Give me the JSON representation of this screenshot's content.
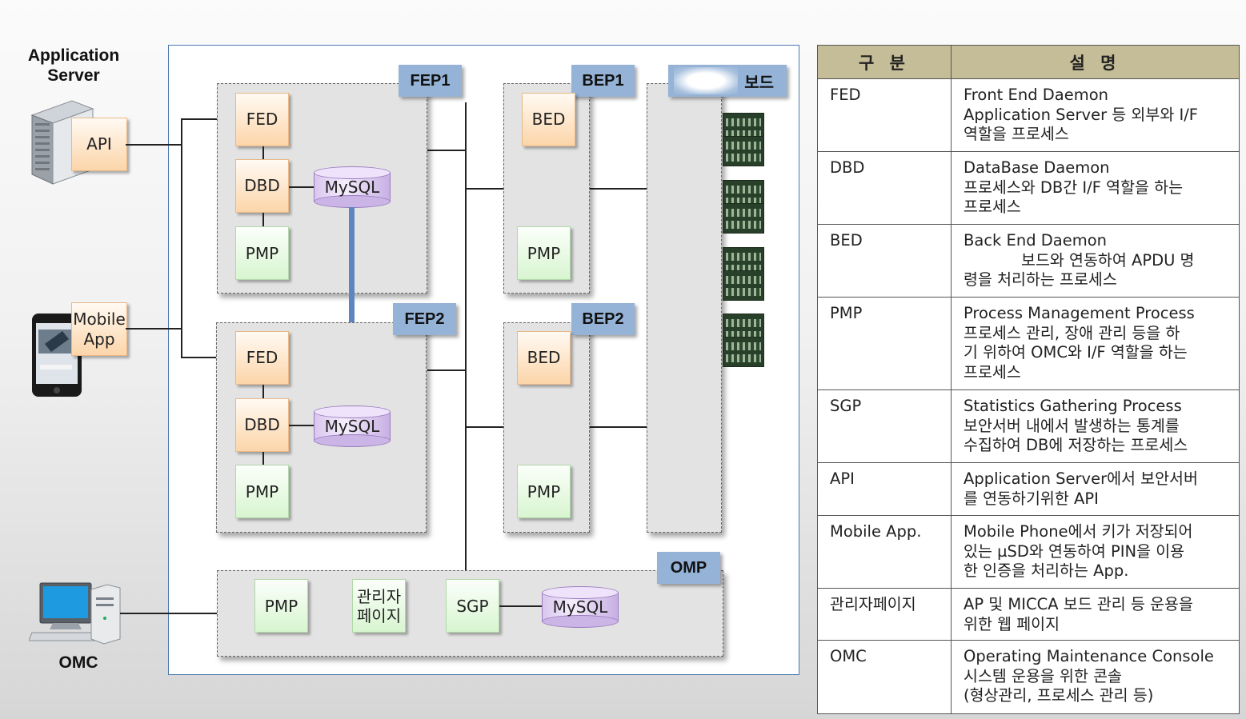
{
  "external": {
    "app_server_label": "Application\nServer",
    "app_server_line1": "Application",
    "app_server_line2": "Server",
    "api_label": "API",
    "mobile_label_line1": "Mobile",
    "mobile_label_line2": "App",
    "omc_label": "OMC"
  },
  "groups": {
    "fep1_tag": "FEP1",
    "fep2_tag": "FEP2",
    "bep1_tag": "BEP1",
    "bep2_tag": "BEP2",
    "board_tag": "보드",
    "omp_tag": "OMP"
  },
  "nodes": {
    "fed": "FED",
    "dbd": "DBD",
    "pmp": "PMP",
    "bed": "BED",
    "mysql": "MySQL",
    "sgp": "SGP",
    "admin_line1": "관리자",
    "admin_line2": "페이지"
  },
  "table": {
    "header_col1": "구 분",
    "header_col2": "설 명",
    "rows": [
      {
        "term": "FED",
        "lines": [
          "Front End Daemon",
          "Application Server 등 외부와 I/F",
          "역할을 프로세스"
        ]
      },
      {
        "term": "DBD",
        "lines": [
          "DataBase Daemon",
          "프로세스와 DB간 I/F 역할을 하는",
          "프로세스"
        ]
      },
      {
        "term": "BED",
        "lines": [
          "Back End Daemon",
          "보드와 연동하여 APDU 명",
          "령을 처리하는 프로세스"
        ]
      },
      {
        "term": "PMP",
        "lines": [
          "Process Management Process",
          "프로세스 관리, 장애 관리 등을 하",
          "기 위하여 OMC와 I/F 역할을 하는",
          "프로세스"
        ]
      },
      {
        "term": "SGP",
        "lines": [
          "Statistics Gathering Process",
          "보안서버 내에서 발생하는 통계를",
          "수집하여 DB에 저장하는 프로세스"
        ]
      },
      {
        "term": "API",
        "lines": [
          "Application Server에서 보안서버",
          "를 연동하기위한 API"
        ]
      },
      {
        "term": "Mobile App.",
        "lines": [
          "Mobile Phone에서 키가 저장되어",
          "있는 µSD와 연동하여 PIN을 이용",
          "한 인증을 처리하는 App."
        ]
      },
      {
        "term": "관리자페이지",
        "lines": [
          "AP 및 MICCA 보드 관리 등 운용을",
          "위한 웹 페이지"
        ]
      },
      {
        "term": "OMC",
        "lines": [
          "Operating Maintenance Console",
          "시스템 운용을 위한 콘솔",
          "(형상관리, 프로세스 관리 등)"
        ]
      }
    ]
  },
  "colors": {
    "tag_blue": "#95b3d7",
    "header_khaki": "#c4bd97",
    "frame_border": "#4a78b0",
    "db_link": "#5b86c0"
  }
}
